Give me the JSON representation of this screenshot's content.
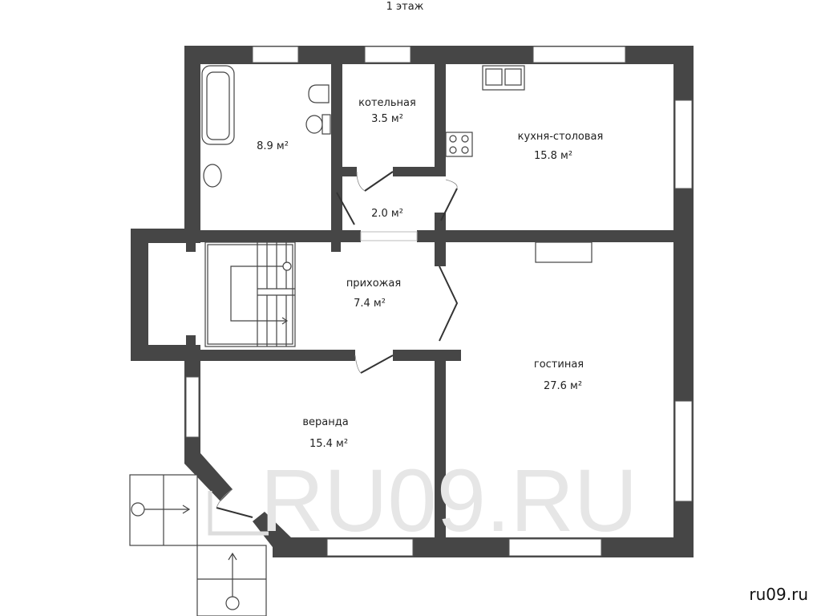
{
  "title": "1 этаж",
  "watermark": "RU09.RU",
  "brand": "ru09.ru",
  "wall_color": "#464646",
  "rooms": [
    {
      "name": "",
      "area": "8.9 м²"
    },
    {
      "name": "котельная",
      "area": "3.5 м²"
    },
    {
      "name": "кухня-столовая",
      "area": "15.8 м²"
    },
    {
      "name": "",
      "area": "2.0 м²"
    },
    {
      "name": "прихожая",
      "area": "7.4 м²"
    },
    {
      "name": "гостиная",
      "area": "27.6 м²"
    },
    {
      "name": "веранда",
      "area": "15.4 м²"
    }
  ]
}
